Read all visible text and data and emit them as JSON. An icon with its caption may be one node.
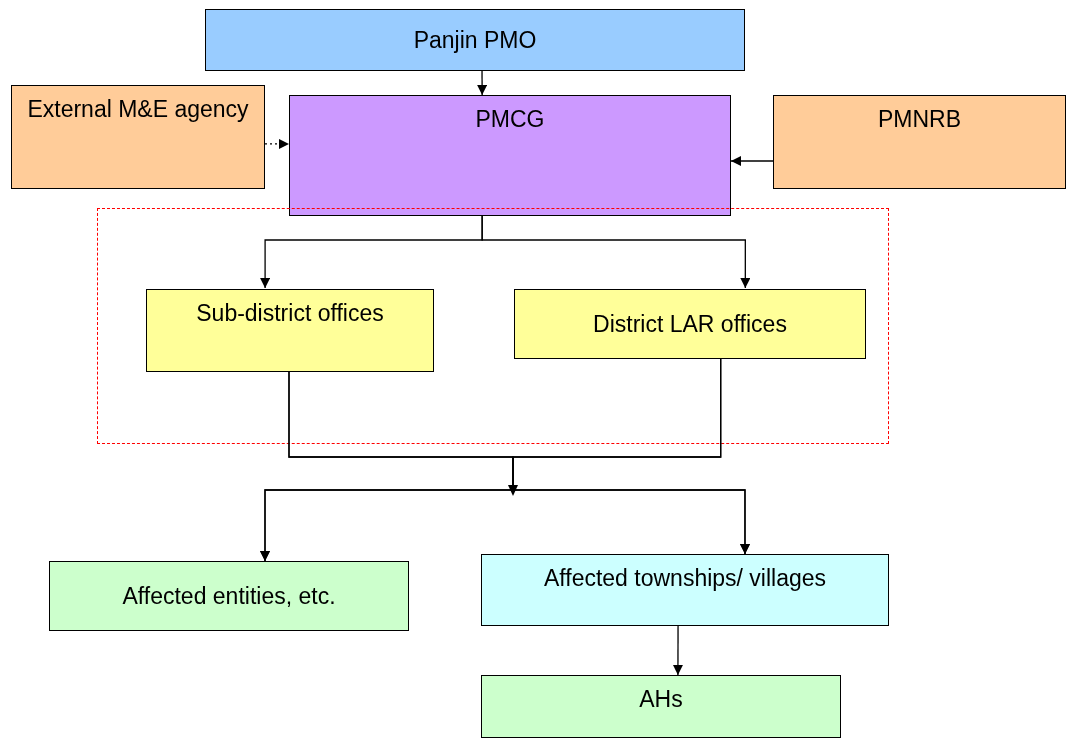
{
  "diagram": {
    "nodes": [
      {
        "text": [
          "Panjin PMO"
        ]
      },
      {
        "text": [
          "External M&E agency"
        ]
      },
      {
        "text": [
          "PMCG"
        ]
      },
      {
        "text": [
          "PMNRB"
        ]
      },
      {
        "text": [],
        "shape": "box"
      },
      {
        "text": [
          "Sub-district offices"
        ],
        "in": 4
      },
      {
        "text": [
          "District LAR offices"
        ],
        "in": 4
      },
      {
        "text": [
          "Affected entities, etc."
        ]
      },
      {
        "text": [
          "Affected townships/ villages"
        ]
      },
      {
        "text": [
          "AHs"
        ]
      }
    ],
    "edges": [
      {
        "from": 0,
        "to": 2,
        "arrow": "to"
      },
      {
        "from": 1,
        "to": 2,
        "arrow": "to",
        "style": "dashed"
      },
      {
        "from": 3,
        "to": 2,
        "arrow": "to"
      },
      {
        "from": 2,
        "to": 5,
        "arrow": "to"
      },
      {
        "from": 2,
        "to": 6,
        "arrow": "to"
      },
      {
        "from": 5,
        "to": 7,
        "arrow": "to"
      },
      {
        "from": 5,
        "to": 8,
        "arrow": "to"
      },
      {
        "from": 6,
        "to": 7,
        "arrow": "to"
      },
      {
        "from": 6,
        "to": 8,
        "arrow": "to"
      },
      {
        "from": 8,
        "to": 9,
        "arrow": "to"
      }
    ]
  }
}
